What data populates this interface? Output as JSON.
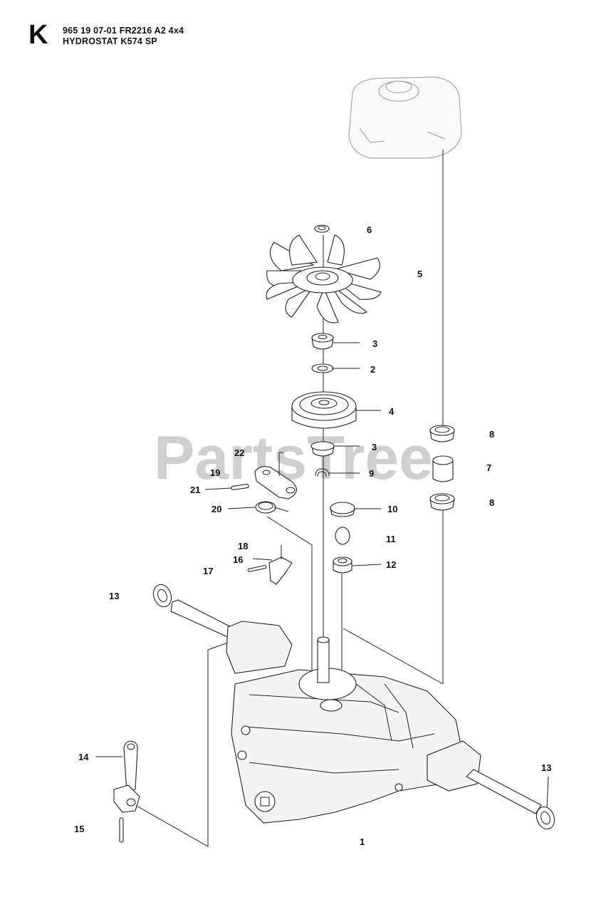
{
  "header": {
    "section_letter": "K",
    "line1": "965 19 07-01 FR2216 A2 4x4",
    "line2": "HYDROSTAT K574 SP"
  },
  "watermark": "PartsTree",
  "callouts": [
    {
      "id": "c6",
      "label": "6"
    },
    {
      "id": "c5",
      "label": "5"
    },
    {
      "id": "c3a",
      "label": "3"
    },
    {
      "id": "c2",
      "label": "2"
    },
    {
      "id": "c4",
      "label": "4"
    },
    {
      "id": "c3b",
      "label": "3"
    },
    {
      "id": "c9",
      "label": "9"
    },
    {
      "id": "c8a",
      "label": "8"
    },
    {
      "id": "c7",
      "label": "7"
    },
    {
      "id": "c8b",
      "label": "8"
    },
    {
      "id": "c22",
      "label": "22"
    },
    {
      "id": "c19",
      "label": "19"
    },
    {
      "id": "c21",
      "label": "21"
    },
    {
      "id": "c20",
      "label": "20"
    },
    {
      "id": "c10",
      "label": "10"
    },
    {
      "id": "c11",
      "label": "11"
    },
    {
      "id": "c12",
      "label": "12"
    },
    {
      "id": "c18",
      "label": "18"
    },
    {
      "id": "c16",
      "label": "16"
    },
    {
      "id": "c17",
      "label": "17"
    },
    {
      "id": "c13a",
      "label": "13"
    },
    {
      "id": "c13b",
      "label": "13"
    },
    {
      "id": "c14",
      "label": "14"
    },
    {
      "id": "c15",
      "label": "15"
    },
    {
      "id": "c1",
      "label": "1"
    }
  ]
}
